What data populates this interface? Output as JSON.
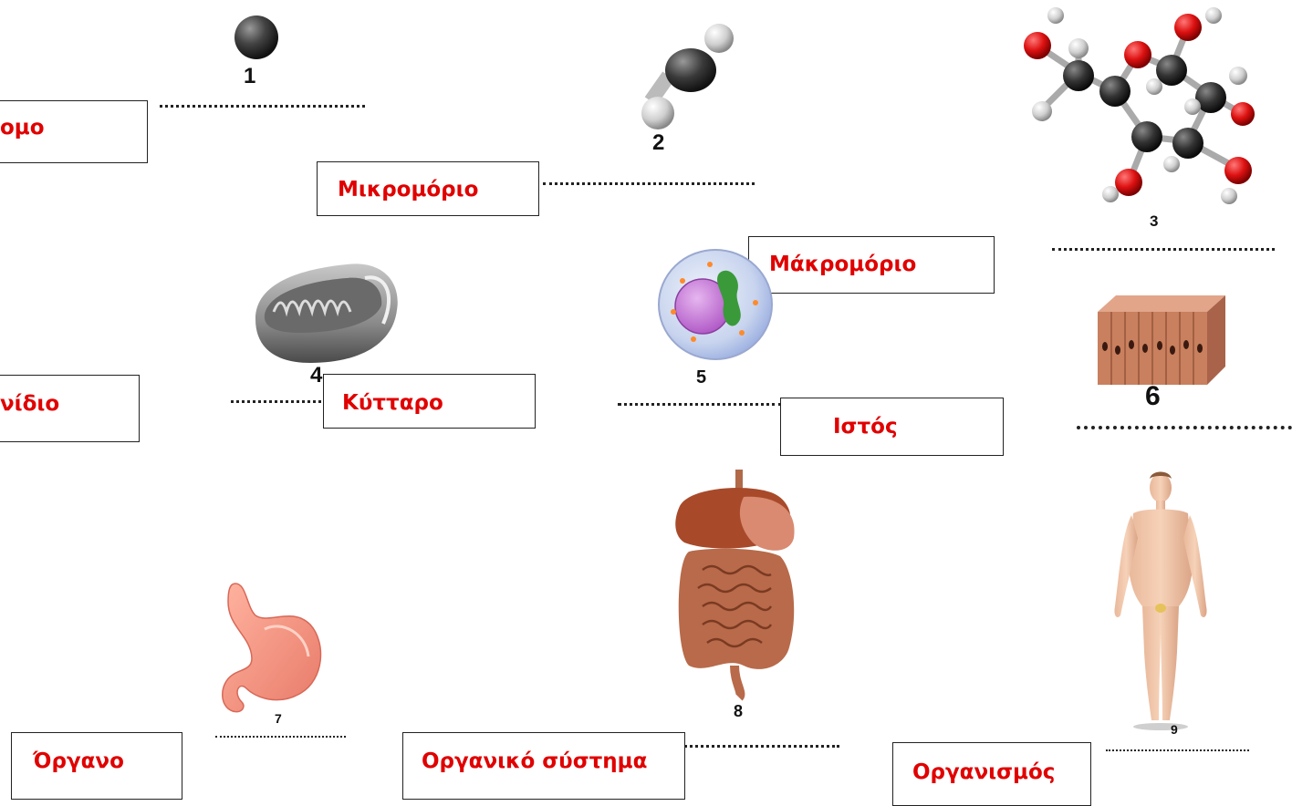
{
  "labels": {
    "atom": "ομο",
    "small_molecule": "Μικρομόριο",
    "macromolecule": "Μάκρομόριο",
    "organelle": "νίδιο",
    "cell": "Κύτταρο",
    "tissue": "Ιστός",
    "organ": "Όργανο",
    "organ_system": "Οργανικό σύστημα",
    "organism": "Οργανισμός"
  },
  "numbers": {
    "n1": "1",
    "n2": "2",
    "n3": "3",
    "n4": "4",
    "n5": "5",
    "n6": "6",
    "n7": "7",
    "n8": "8",
    "n9": "9"
  },
  "colors": {
    "label_text": "#e00000",
    "carbon": "#444444",
    "oxygen": "#dd1111",
    "hydrogen": "#dddddd"
  },
  "icons": [
    "atom-sphere",
    "ethylene-molecule",
    "glucose-molecule",
    "mitochondrion",
    "cell",
    "epithelial-tissue",
    "stomach",
    "digestive-system",
    "human-body"
  ]
}
